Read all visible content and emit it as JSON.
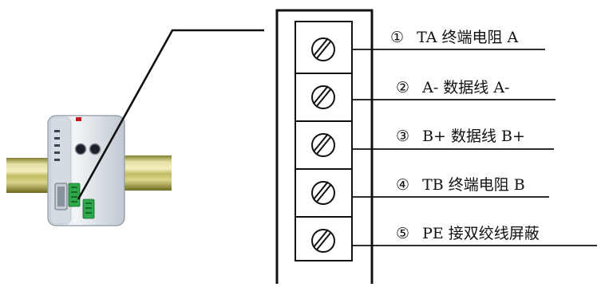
{
  "diagram": {
    "device_label": "",
    "device_model": "",
    "terminals": [
      {
        "num": "①",
        "label": "TA 终端电阻 A"
      },
      {
        "num": "②",
        "label": "A- 数据线 A-"
      },
      {
        "num": "③",
        "label": "B+ 数据线 B+"
      },
      {
        "num": "④",
        "label": "TB 终端电阻 B"
      },
      {
        "num": "⑤",
        "label": "PE 接双绞线屏蔽"
      }
    ]
  },
  "colors": {
    "line": "#111111",
    "rail": "#d4d27a",
    "device_body": "#dfe4ea",
    "connector_green": "#2fa84a"
  },
  "icons": [
    "screw-terminal-icon"
  ]
}
